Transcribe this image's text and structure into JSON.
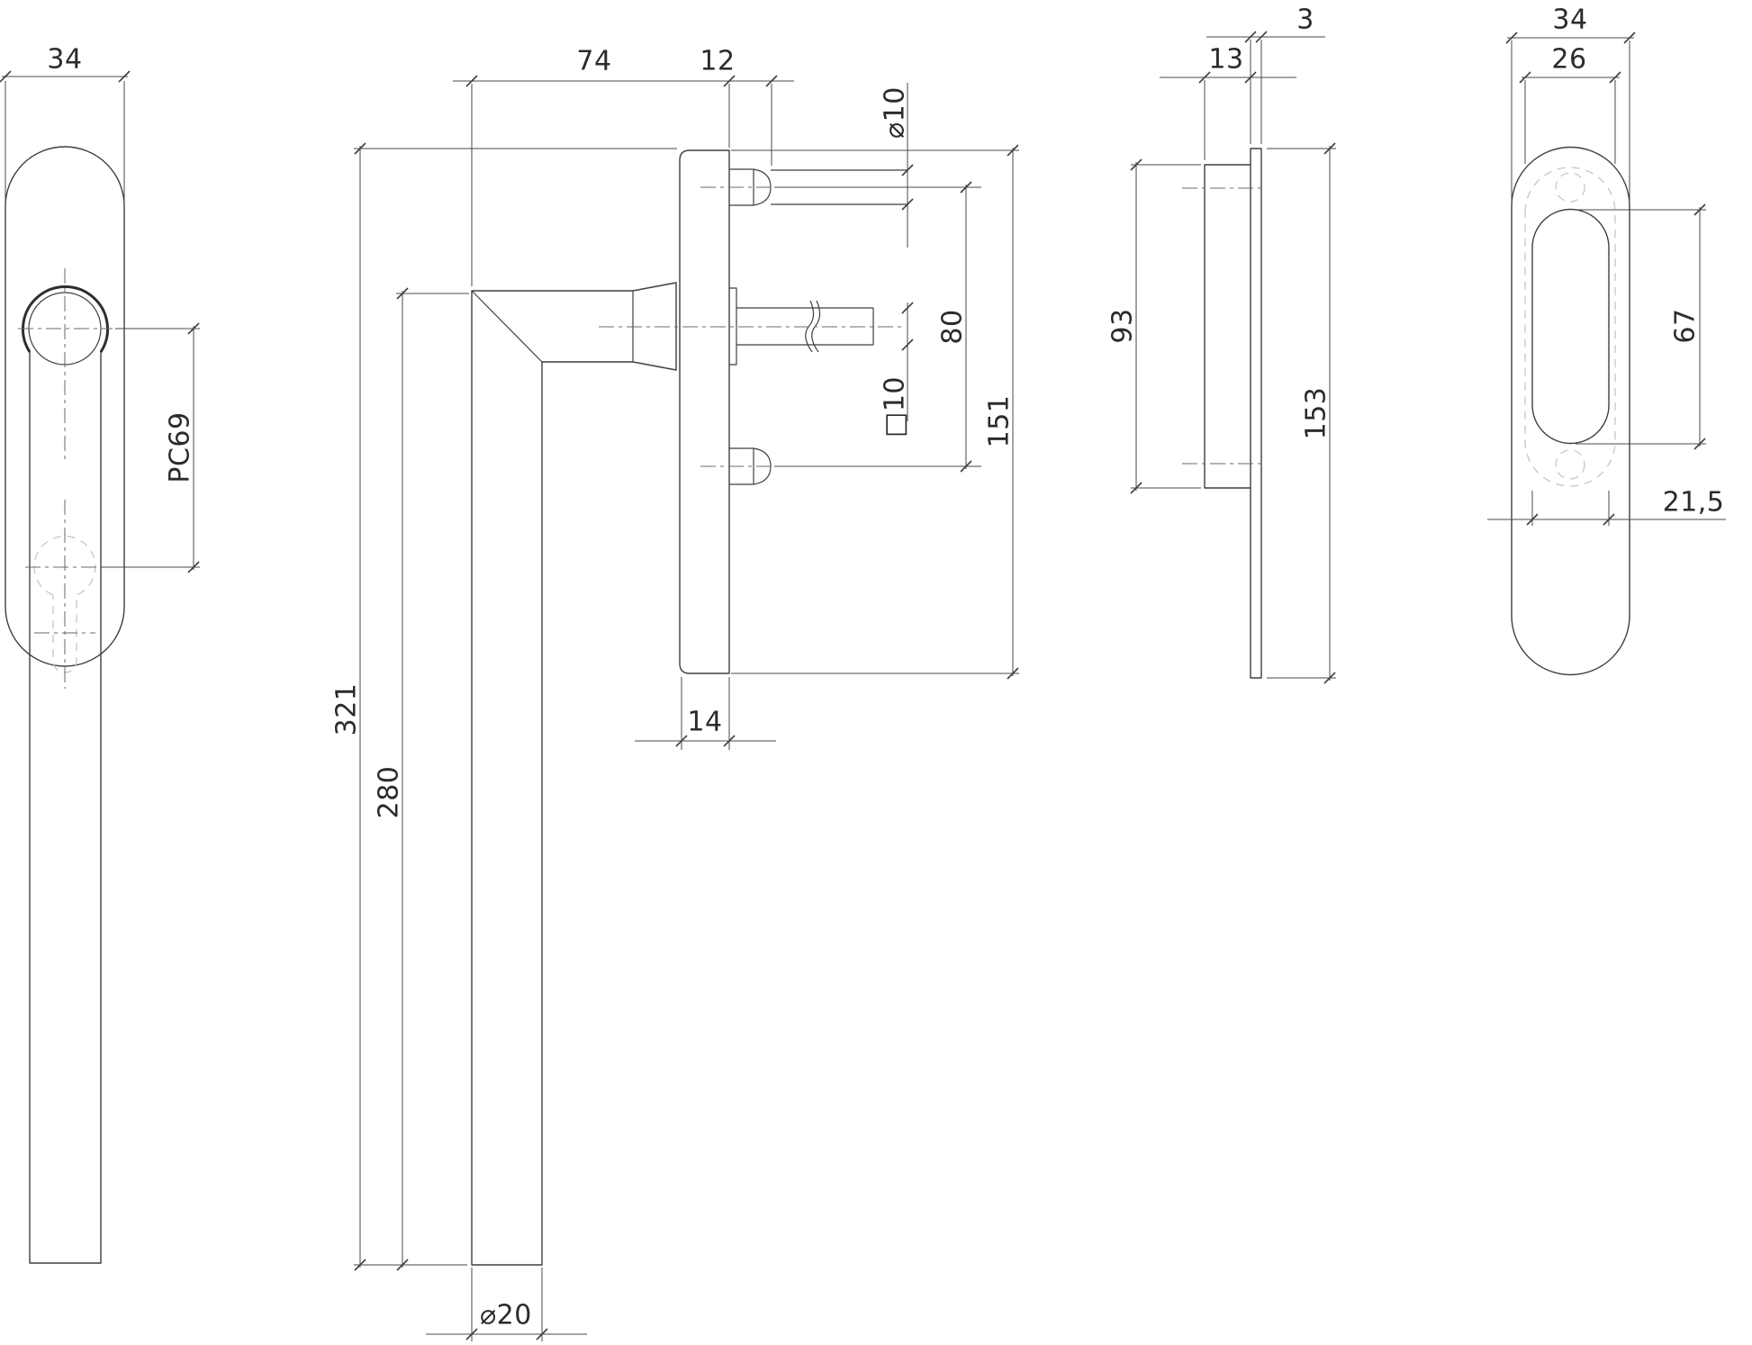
{
  "drawing": {
    "background": "#ffffff",
    "line_color": "#3f3f3f",
    "dim_color": "#4a4a4a",
    "hidden_line_color": "#c6c6c6",
    "centerline_color": "#6a6a6a",
    "dims": {
      "view1": {
        "plate_width": "34",
        "cylinder_distance": "PC69"
      },
      "view2": {
        "grip_offset": "74",
        "screw_protrusion": "12",
        "screw_diameter": "⌀10",
        "screw_spacing": "80",
        "spindle_size": "□10",
        "plate_height": "151",
        "plate_depth": "14",
        "total_height": "321",
        "grip_length": "280",
        "grip_diameter": "⌀20"
      },
      "view3": {
        "plate_thickness": "3",
        "housing_depth": "13",
        "housing_height": "93",
        "plate_height": "153"
      },
      "view4": {
        "plate_width": "34",
        "recess_width": "26",
        "opening_height": "67",
        "opening_width": "21,5"
      }
    }
  }
}
